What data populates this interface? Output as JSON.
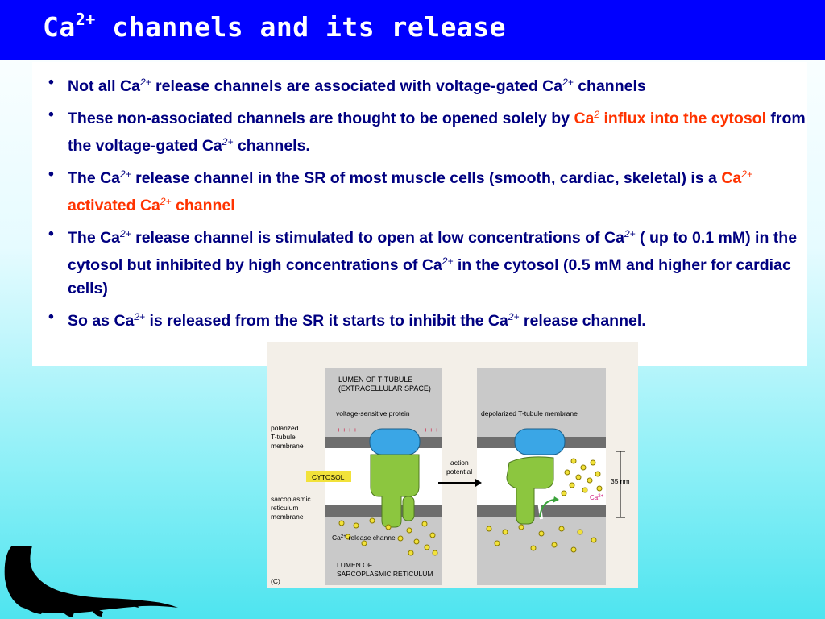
{
  "title": {
    "main": "Ca",
    "sup": "2+",
    "rest": " channels and its release"
  },
  "bullets": [
    {
      "parts": [
        {
          "t": "Not all Ca"
        },
        {
          "sup": "2+"
        },
        {
          "t": " release channels are associated with voltage-gated Ca"
        },
        {
          "sup": "2+"
        },
        {
          "t": " channels"
        }
      ]
    },
    {
      "parts": [
        {
          "t": "These non-associated channels are thought to be opened solely by "
        },
        {
          "t": "Ca",
          "hl": true
        },
        {
          "sup": "2",
          "hl": true
        },
        {
          "t": " influx into the cytosol",
          "hl": true
        },
        {
          "t": " from the voltage-gated Ca"
        },
        {
          "sup": "2+"
        },
        {
          "t": " channels."
        }
      ]
    },
    {
      "parts": [
        {
          "t": "The Ca"
        },
        {
          "sup": "2+"
        },
        {
          "t": " release channel in the SR of most muscle cells (smooth, cardiac, skeletal) is a "
        },
        {
          "t": "Ca",
          "hl": true
        },
        {
          "sup": "2+",
          "hl": true
        },
        {
          "t": " activated Ca",
          "hl": true
        },
        {
          "sup": "2+",
          "hl": true
        },
        {
          "t": " channel",
          "hl": true
        }
      ]
    },
    {
      "parts": [
        {
          "t": "The Ca"
        },
        {
          "sup": "2+"
        },
        {
          "t": " release channel is stimulated to open at low concentrations of Ca"
        },
        {
          "sup": "2+"
        },
        {
          "t": " ( up to 0.1 mM) in the cytosol but inhibited by high concentrations of Ca"
        },
        {
          "sup": "2+"
        },
        {
          "t": " in the cytosol (0.5 mM and higher for cardiac cells)"
        }
      ]
    },
    {
      "parts": [
        {
          "t": "So as Ca"
        },
        {
          "sup": "2+"
        },
        {
          "t": " is released from the SR it starts to inhibit the Ca"
        },
        {
          "sup": "2+"
        },
        {
          "t": " release channel."
        }
      ]
    }
  ],
  "bullet_symbol": "•",
  "diagram": {
    "lumen_t_tubule_1": "LUMEN OF T-TUBULE",
    "lumen_t_tubule_2": "(EXTRACELLULAR SPACE)",
    "voltage_sensitive": "voltage-sensitive protein",
    "depolarized": "depolarized T-tubule membrane",
    "polarized_1": "polarized",
    "polarized_2": "T-tubule",
    "polarized_3": "membrane",
    "plus_left": "+ + + +",
    "plus_right": "+ + +",
    "cytosol": "CYTOSOL",
    "action_1": "action",
    "action_2": "potential",
    "distance": "35 nm",
    "sr_1": "sarcoplasmic",
    "sr_2": "reticulum",
    "sr_3": "membrane",
    "release_channel_pre": "Ca",
    "release_channel_sup": "2+",
    "release_channel_post": "-release channel",
    "ca_label": "Ca",
    "ca_sup": "2+",
    "lumen_sr_1": "LUMEN OF",
    "lumen_sr_2": "SARCOPLASMIC RETICULUM",
    "panel": "(C)"
  },
  "colors": {
    "title_bg": "#0000ff",
    "text": "#000080",
    "highlight": "#ff3300",
    "protein_blue": "#3aa6e6",
    "channel_green": "#8cc63f",
    "ion_yellow": "#f2e23a"
  }
}
